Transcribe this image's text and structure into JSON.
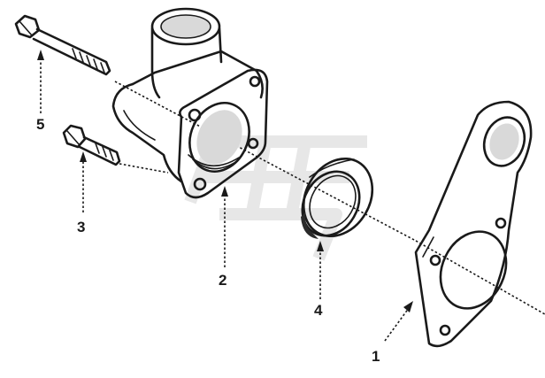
{
  "callouts": [
    {
      "id": "1",
      "label": "1"
    },
    {
      "id": "2",
      "label": "2"
    },
    {
      "id": "3",
      "label": "3"
    },
    {
      "id": "4",
      "label": "4"
    },
    {
      "id": "5",
      "label": "5"
    }
  ],
  "colors": {
    "ink": "#1a1a1a",
    "watermark": "#e7e7e7",
    "background": "#ffffff"
  }
}
